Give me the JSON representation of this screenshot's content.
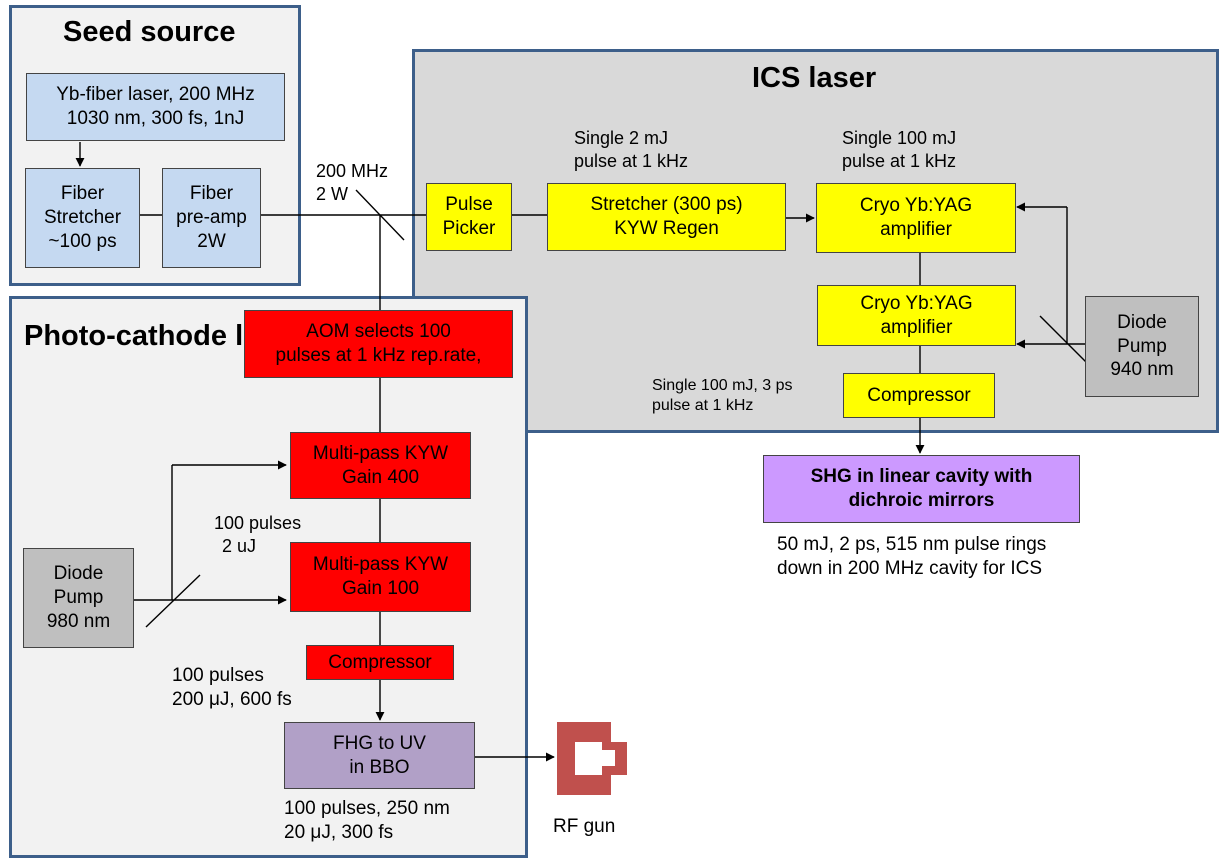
{
  "seed": {
    "title": "Seed source",
    "laser": [
      "Yb-fiber laser, 200 MHz",
      "1030 nm, 300 fs, 1nJ"
    ],
    "stretcher": [
      "Fiber",
      "Stretcher",
      "~100 ps"
    ],
    "preamp": [
      "Fiber",
      "pre-amp",
      "2W"
    ]
  },
  "split_label": [
    "200 MHz",
    "2 W"
  ],
  "ics": {
    "title": "ICS laser",
    "pulse_picker": [
      "Pulse",
      "Picker"
    ],
    "regen": [
      "Stretcher (300 ps)",
      "KYW Regen"
    ],
    "regen_note": [
      "Single 2 mJ",
      "pulse at 1 kHz"
    ],
    "amp1": [
      "Cryo Yb:YAG",
      "amplifier"
    ],
    "amp1_note": [
      "Single 100 mJ",
      "pulse at 1 kHz"
    ],
    "amp2": [
      "Cryo Yb:YAG",
      "amplifier"
    ],
    "pump": [
      "Diode",
      "Pump",
      "940 nm"
    ],
    "compressor": "Compressor",
    "compressor_note": [
      "Single 100 mJ, 3 ps",
      "pulse at 1 kHz"
    ]
  },
  "shg": {
    "box": [
      "SHG in linear cavity with",
      "dichroic mirrors"
    ],
    "note": [
      "50 mJ, 2 ps, 515 nm pulse rings",
      "down in 200 MHz cavity for ICS"
    ]
  },
  "pc": {
    "title": [
      "Photo-cathode",
      "laser"
    ],
    "aom": [
      "AOM selects 100",
      "pulses at 1 kHz rep.rate,"
    ],
    "mp1": [
      "Multi-pass KYW",
      "Gain 400"
    ],
    "mp2": [
      "Multi-pass KYW",
      "Gain 100"
    ],
    "mp_note": [
      "100 pulses",
      "2 uJ"
    ],
    "pump": [
      "Diode",
      "Pump",
      "980 nm"
    ],
    "compressor": "Compressor",
    "compressor_note": [
      "100 pulses",
      "200 μJ, 600 fs"
    ],
    "fhg": [
      "FHG to UV",
      "in BBO"
    ],
    "fhg_note": [
      "100 pulses, 250 nm",
      "20 μJ, 300 fs"
    ]
  },
  "rf_gun_label": "RF gun",
  "colors": {
    "panel_border": "#3d5f8a",
    "seed_box": "#c5d9f1",
    "ics_box": "#ffff00",
    "pc_box": "#ff0000",
    "pump_box": "#bfbfbf",
    "fhg_box": "#b1a0c7",
    "shg_box": "#cc99ff",
    "rf_gun": "#c0504d"
  }
}
